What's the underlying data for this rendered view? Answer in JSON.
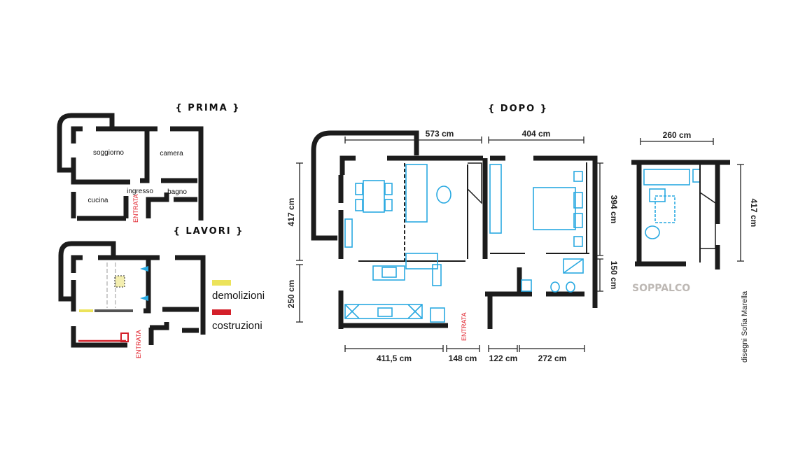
{
  "colors": {
    "furniture": "#29a9e1",
    "demolition": "#ece35a",
    "construction": "#d4202a",
    "entrance": "#e0202a",
    "soppalco_label": "#bdb8b4"
  },
  "prima": {
    "title": "{ PRIMA }",
    "rooms": {
      "living": "soggiorno",
      "bedroom": "camera",
      "hall": "ingresso",
      "bath": "bagno",
      "kitchen": "cucina"
    },
    "entrance": "ENTRATA"
  },
  "lavori": {
    "title": "{ LAVORI }",
    "entrance": "ENTRATA",
    "legend": [
      {
        "label": "demolizioni"
      },
      {
        "label": "costruzioni"
      }
    ]
  },
  "dopo": {
    "title": "{ DOPO }",
    "entrance": "ENTRATA",
    "dimensions": {
      "top_left": "573 cm",
      "top_right": "404 cm",
      "left_upper": "417 cm",
      "left_lower": "250 cm",
      "right_upper": "394 cm",
      "right_lower": "150 cm",
      "bottom_1": "411,5 cm",
      "bottom_2": "148 cm",
      "bottom_3": "122 cm",
      "bottom_4": "272 cm"
    }
  },
  "soppalco": {
    "label": "SOPPALCO",
    "width": "260 cm",
    "height": "417 cm"
  },
  "credit": "disegni Sofia Marella"
}
